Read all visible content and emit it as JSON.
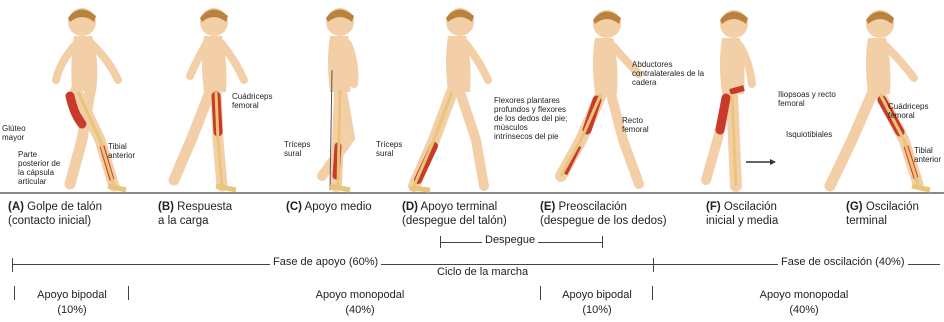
{
  "phases": [
    {
      "letter": "(A)",
      "title": "Golpe de talón",
      "subtitle": "(contacto inicial)",
      "labels": [
        "Glúteo mayor",
        "Parte posterior de la cápsula articular",
        "Tibial anterior"
      ]
    },
    {
      "letter": "(B)",
      "title": "Respuesta",
      "subtitle": "a la carga",
      "labels": [
        "Cuádriceps femoral"
      ]
    },
    {
      "letter": "(C)",
      "title": "Apoyo medio",
      "subtitle": "",
      "labels": [
        "Tríceps sural"
      ]
    },
    {
      "letter": "(D)",
      "title": "Apoyo terminal",
      "subtitle": "(despegue del talón)",
      "labels": [
        "Tríceps sural"
      ]
    },
    {
      "letter": "(E)",
      "title": "Preoscilación",
      "subtitle": "(despegue de los dedos)",
      "labels": [
        "Flexores plantares profundos y flexores de los dedos del pie; músculos intrínsecos del pie",
        "Recto femoral"
      ]
    },
    {
      "letter": "(F)",
      "title": "Oscilación",
      "subtitle": "inicial y media",
      "labels": [
        "Abductores contralaterales de la cadera",
        "Iliopsoas y recto femoral"
      ]
    },
    {
      "letter": "(G)",
      "title": "Oscilación",
      "subtitle": "terminal",
      "labels": [
        "Cuádriceps femoral",
        "Isquiotibiales",
        "Tibial anterior"
      ]
    }
  ],
  "timeline": {
    "despegue": "Despegue",
    "fase_apoyo": "Fase de apoyo (60%)",
    "ciclo": "Ciclo de la marcha",
    "fase_oscilacion": "Fase de oscilación (40%)",
    "supports": [
      {
        "name": "Apoyo bipodal",
        "pct": "(10%)"
      },
      {
        "name": "Apoyo monopodal",
        "pct": "(40%)"
      },
      {
        "name": "Apoyo bipodal",
        "pct": "(10%)"
      },
      {
        "name": "Apoyo monopodal",
        "pct": "(40%)"
      }
    ]
  },
  "colors": {
    "skin": "#f3cfa8",
    "bone": "#e9c57a",
    "muscle": "#c83a2a",
    "hair": "#b9833f",
    "ground": "#8a8a8a"
  }
}
